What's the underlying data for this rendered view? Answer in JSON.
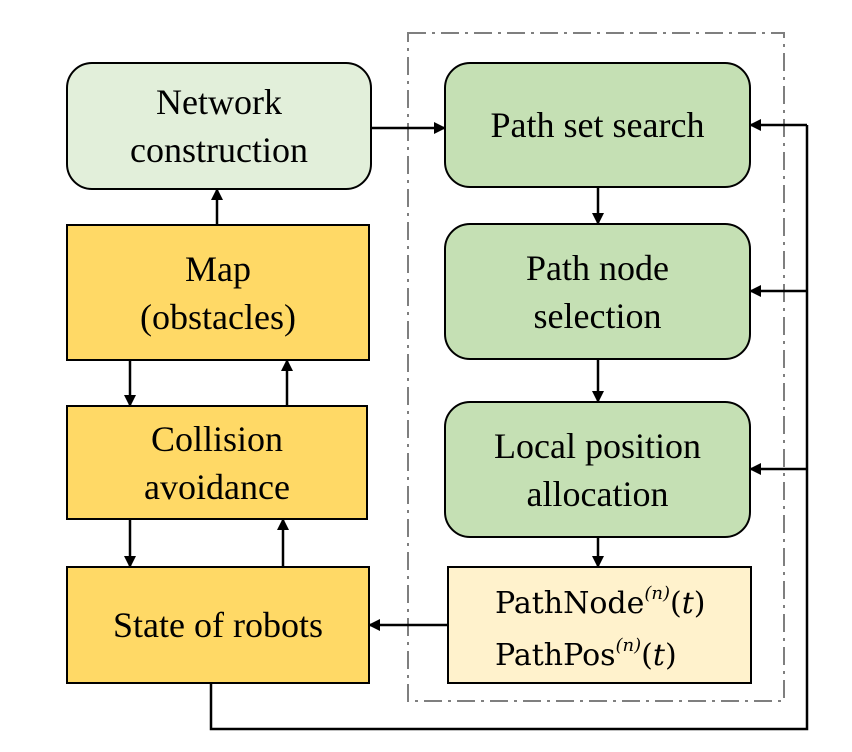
{
  "boxes": {
    "network_construction": {
      "line1": "Network",
      "line2": "construction"
    },
    "map": {
      "line1": "Map",
      "line2": "(obstacles)"
    },
    "collision_avoidance": {
      "line1": "Collision",
      "line2": "avoidance"
    },
    "state_of_robots": {
      "line1": "State of robots"
    },
    "path_set_search": {
      "line1": "Path set search"
    },
    "path_node_selection": {
      "line1": "Path node",
      "line2": "selection"
    },
    "local_position_allocation": {
      "line1": "Local position",
      "line2": "allocation"
    },
    "path_output": {
      "line1_base": "PathNode",
      "line1_sup": "(n)",
      "line1_arg": "t",
      "line2_base": "PathPos",
      "line2_sup": "(n)",
      "line2_arg": "t"
    }
  },
  "colors": {
    "light_green": "#e2efda",
    "green": "#c5e0b4",
    "yellow": "#ffd966",
    "cream": "#fff2cc",
    "dashed_border": "#7f7f7f"
  }
}
